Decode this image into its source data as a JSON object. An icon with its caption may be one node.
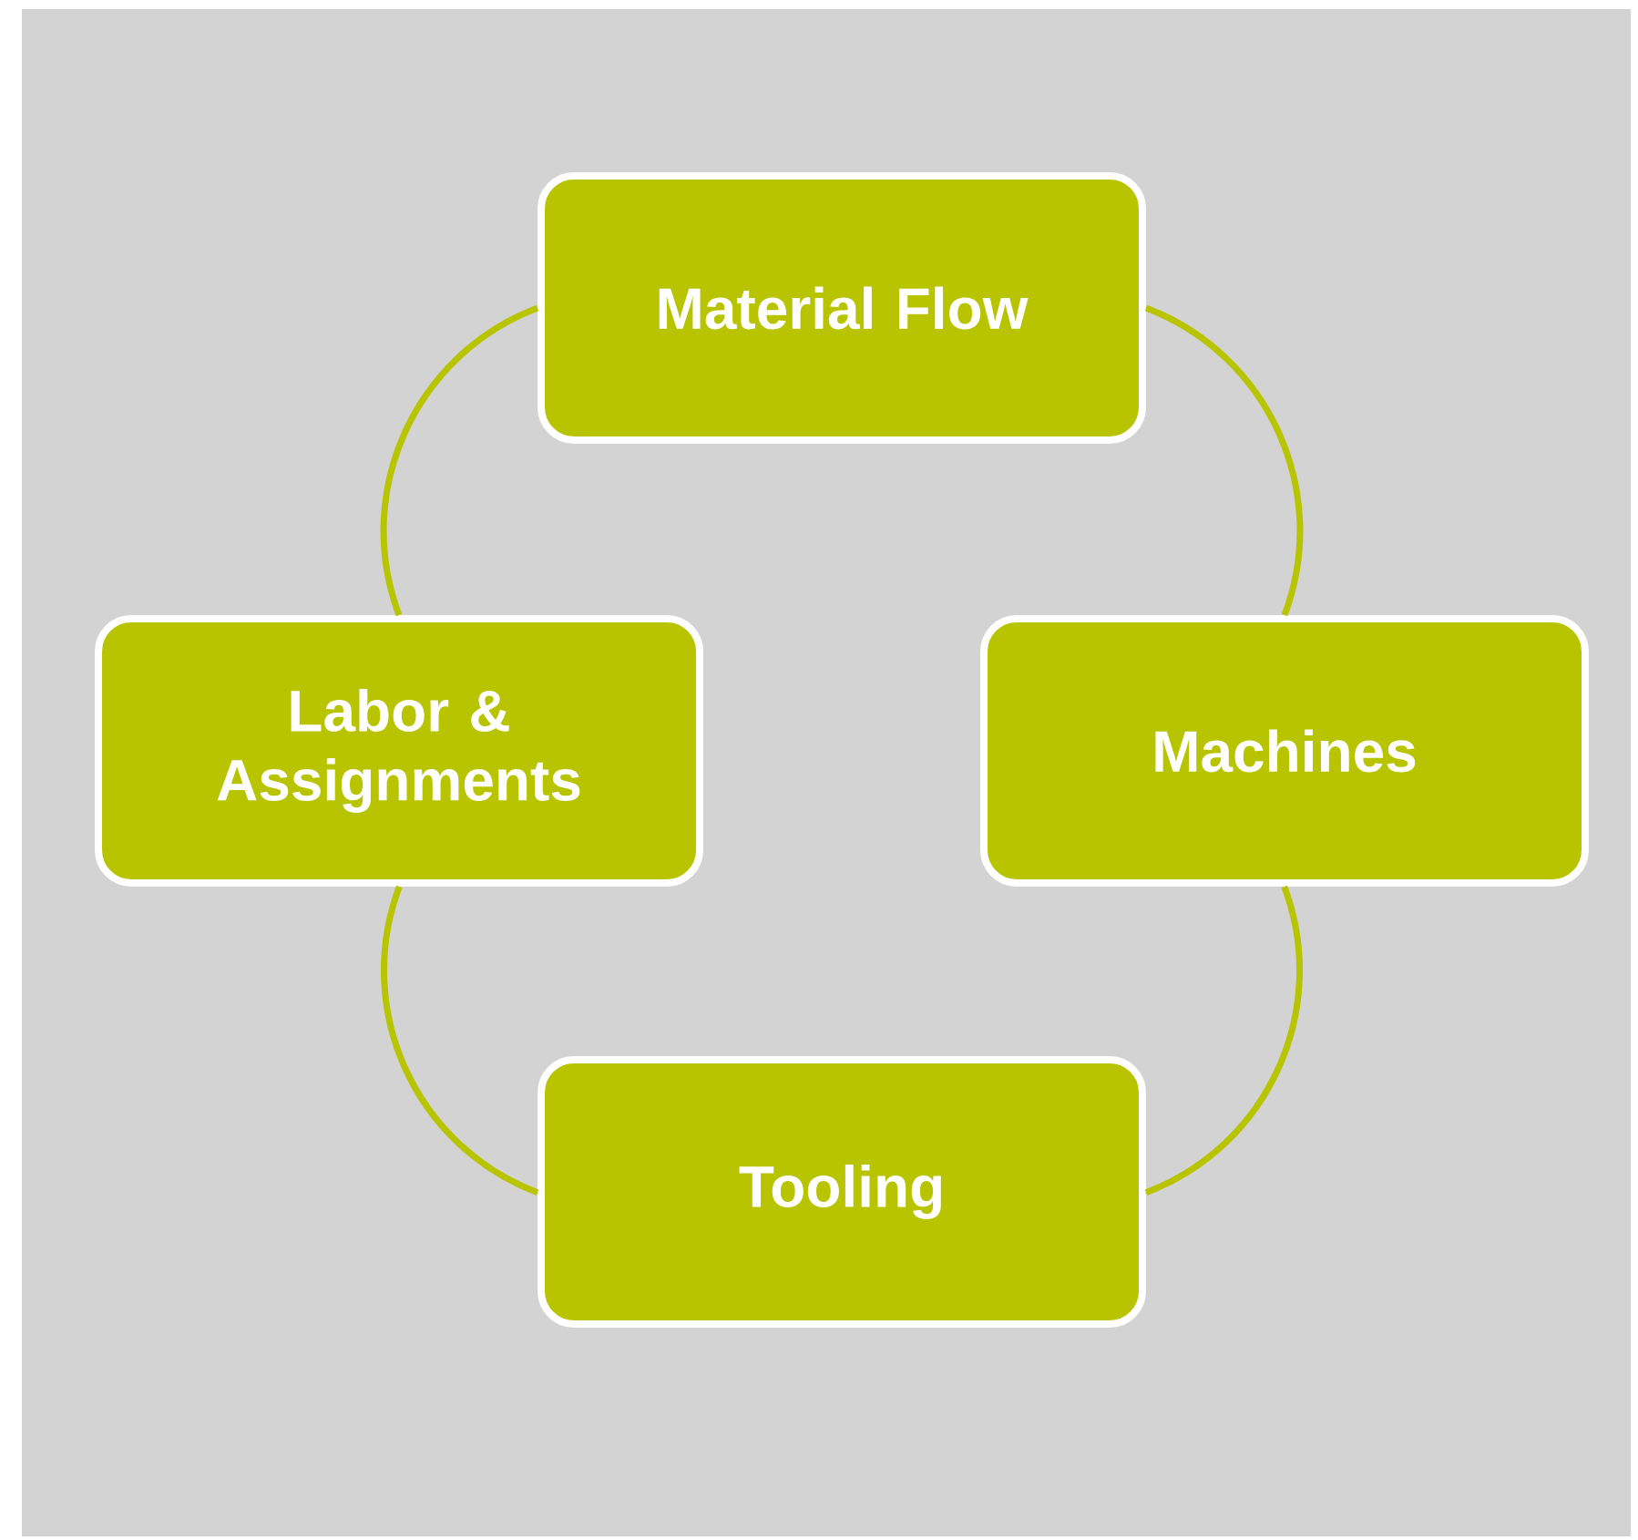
{
  "diagram": {
    "nodes": [
      {
        "text": [
          "Material Flow"
        ]
      },
      {
        "text": [
          "Labor & Assignments"
        ]
      },
      {
        "text": [
          "Machines"
        ]
      },
      {
        "text": [
          "Tooling"
        ]
      }
    ],
    "edges": [
      {
        "from": 0,
        "to": 2,
        "arrow": "none"
      },
      {
        "from": 2,
        "to": 3,
        "arrow": "none"
      },
      {
        "from": 3,
        "to": 1,
        "arrow": "none"
      },
      {
        "from": 1,
        "to": 0,
        "arrow": "none"
      }
    ]
  }
}
